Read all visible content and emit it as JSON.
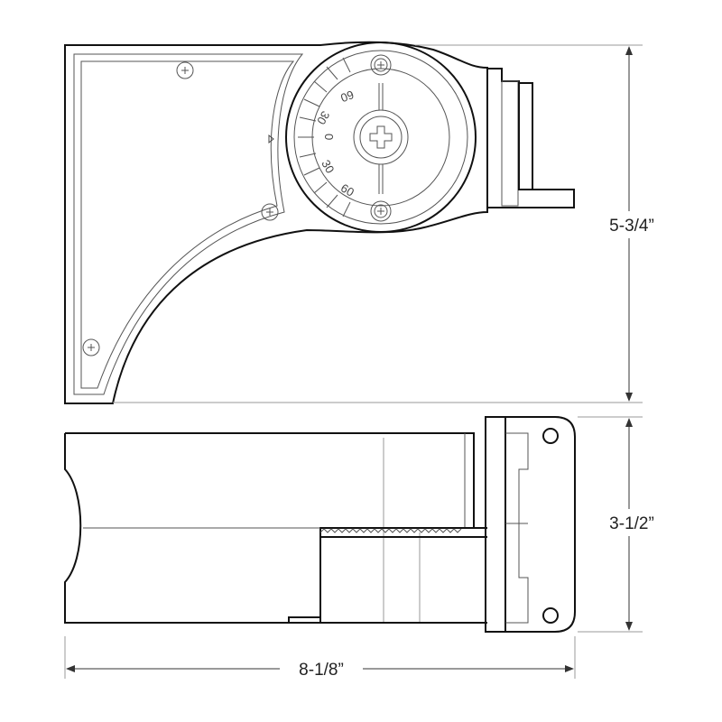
{
  "dimensions": {
    "height_top_view": "5-3/4”",
    "height_bottom_view": "3-1/2”",
    "overall_width": "8-1/8”"
  },
  "dial": {
    "labels": [
      "60",
      "30",
      "0",
      "30",
      "60"
    ]
  },
  "icons": [
    "screw-icon",
    "adjustment-dial",
    "arrow-icon"
  ]
}
